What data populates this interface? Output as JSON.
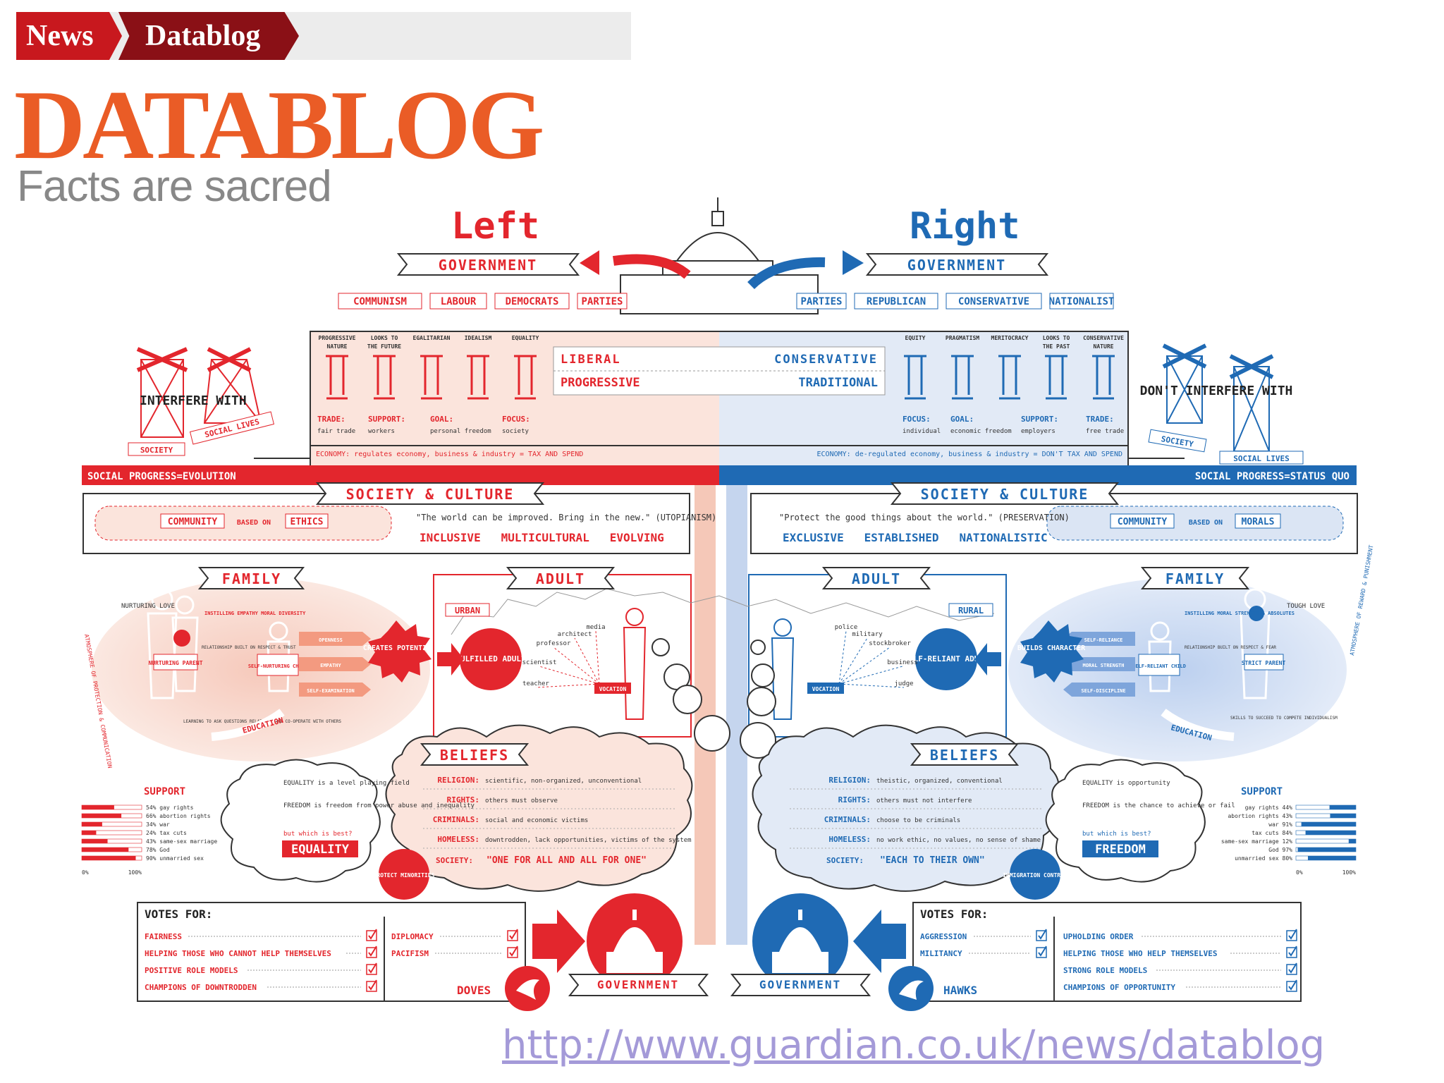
{
  "header": {
    "nav_items": [
      "News",
      "Datablog"
    ],
    "logo": "DATABLOG",
    "tagline": "Facts are sacred",
    "url": "http://www.guardian.co.uk/news/datablog"
  },
  "left": {
    "heading": "Left",
    "government": "GOVERNMENT",
    "parties": [
      "COMMUNISM",
      "LABOUR",
      "DEMOCRATS",
      "PARTIES"
    ],
    "columns": [
      "PROGRESSIVE NATURE",
      "LOOKS TO THE FUTURE",
      "EGALITARIAN",
      "IDEALISM",
      "EQUALITY"
    ],
    "label1": "LIBERAL",
    "label2": "PROGRESSIVE",
    "steps": [
      "TRADE:",
      "fair trade",
      "SUPPORT:",
      "workers",
      "GOAL:",
      "personal freedom",
      "FOCUS:",
      "society"
    ],
    "economy": "ECONOMY: regulates economy, business & industry = TAX AND SPEND",
    "social_progress": "SOCIAL PROGRESS=EVOLUTION",
    "interfere": "INTERFERE WITH",
    "society_tag": "SOCIETY",
    "social_lives_tag": "SOCIAL LIVES",
    "society_culture": "SOCIETY & CULTURE",
    "community": "COMMUNITY",
    "based_on": "BASED ON",
    "ethics": "ETHICS",
    "quote": "\"The world can be improved. Bring in the new.\" (UTOPIANISM)",
    "traits": "INCLUSIVE   MULTICULTURAL   EVOLVING",
    "family": "FAMILY",
    "nurturing_love": "NURTURING LOVE",
    "nurturing_parent": "NURTURING PARENT",
    "child": "SELF-NURTURING CHILD",
    "relationship": "RELATIONSHIP BUILT ON RESPECT & TRUST",
    "instilling": "INSTILLING EMPATHY MORAL DIVERSITY",
    "qualities": [
      "OPENNESS",
      "EMPATHY",
      "SELF-EXAMINATION"
    ],
    "creates": "CREATES POTENTIAL",
    "learning": "LEARNING TO ASK QUESTIONS RELATE TO AND CO-OPERATE WITH OTHERS",
    "education": "EDUCATION",
    "atmosphere": "ATMOSPHERE OF PROTECTION & COMMUNICATION",
    "adult": "ADULT",
    "urban": "URBAN",
    "fulfilled": "FULFILLED ADULT",
    "vocation": "VOCATION",
    "jobs": [
      "media",
      "architect",
      "professor",
      "scientist",
      "teacher"
    ],
    "beliefs": "BELIEFS",
    "belief_rows": [
      {
        "k": "RELIGION:",
        "v": "scientific, non-organized, unconventional"
      },
      {
        "k": "RIGHTS:",
        "v": "others must observe"
      },
      {
        "k": "CRIMINALS:",
        "v": "social and economic victims"
      },
      {
        "k": "HOMELESS:",
        "v": "downtrodden, lack opportunities, victims of the system"
      }
    ],
    "society_quote_k": "SOCIETY:",
    "society_quote": "\"ONE FOR ALL AND ALL FOR ONE\"",
    "protect": "PROTECT MINORITIES",
    "equality_is": "EQUALITY is a level playing field",
    "freedom_is": "FREEDOM is freedom from power abuse and inequality",
    "which_best": "but which is best?",
    "equality_badge": "EQUALITY",
    "support": "SUPPORT",
    "support_rows": [
      {
        "pct": "54%",
        "label": "gay rights",
        "v": 54
      },
      {
        "pct": "66%",
        "label": "abortion rights",
        "v": 66
      },
      {
        "pct": "34%",
        "label": "war",
        "v": 34
      },
      {
        "pct": "24%",
        "label": "tax cuts",
        "v": 24
      },
      {
        "pct": "43%",
        "label": "same-sex marriage",
        "v": 43
      },
      {
        "pct": "78%",
        "label": "God",
        "v": 78
      },
      {
        "pct": "90%",
        "label": "unmarried sex",
        "v": 90
      }
    ],
    "axis": [
      "0%",
      "100%"
    ],
    "votes_for": "VOTES FOR:",
    "votes": [
      "FAIRNESS",
      "HELPING THOSE WHO CANNOT HELP THEMSELVES",
      "POSITIVE ROLE MODELS",
      "CHAMPIONS OF DOWNTRODDEN"
    ],
    "votes2": [
      "DIPLOMACY",
      "PACIFISM"
    ],
    "bird": "DOVES",
    "gov_bottom": "GOVERNMENT"
  },
  "right": {
    "heading": "Right",
    "government": "GOVERNMENT",
    "parties": [
      "PARTIES",
      "REPUBLICAN",
      "CONSERVATIVE",
      "NATIONALIST"
    ],
    "columns": [
      "EQUITY",
      "PRAGMATISM",
      "MERITOCRACY",
      "LOOKS TO THE PAST",
      "CONSERVATIVE NATURE"
    ],
    "label1": "CONSERVATIVE",
    "label2": "TRADITIONAL",
    "steps": [
      "FOCUS:",
      "individual",
      "GOAL:",
      "economic freedom",
      "SUPPORT:",
      "employers",
      "TRADE:",
      "free trade"
    ],
    "economy": "ECONOMY: de-regulated economy, business & industry = DON'T TAX AND SPEND",
    "social_progress": "SOCIAL PROGRESS=STATUS QUO",
    "interfere": "DON'T INTERFERE WITH",
    "society_tag": "SOCIETY",
    "social_lives_tag": "SOCIAL LIVES",
    "society_culture": "SOCIETY & CULTURE",
    "community": "COMMUNITY",
    "based_on": "BASED ON",
    "morals": "MORALS",
    "quote": "\"Protect the good things about the world.\" (PRESERVATION)",
    "traits": "EXCLUSIVE   ESTABLISHED   NATIONALISTIC",
    "family": "FAMILY",
    "tough_love": "TOUGH LOVE",
    "strict_parent": "STRICT PARENT",
    "child": "SELF-RELIANT CHILD",
    "relationship": "RELATIONSHIP BUILT ON RESPECT & FEAR",
    "instilling": "INSTILLING MORAL STRENGTH & ABSOLUTES",
    "qualities": [
      "SELF-RELIANCE",
      "MORAL STRENGTH",
      "SELF-DISCIPLINE"
    ],
    "builds": "BUILDS CHARACTER",
    "skills": "SKILLS TO SUCCEED TO COMPETE INDIVIDUALISM",
    "education": "EDUCATION",
    "atmosphere": "ATMOSPHERE OF REWARD & PUNISHMENT",
    "adult": "ADULT",
    "rural": "RURAL",
    "reliant": "SELF-RELIANT ADULT",
    "vocation": "VOCATION",
    "jobs": [
      "police",
      "military",
      "stockbroker",
      "business",
      "judge"
    ],
    "beliefs": "BELIEFS",
    "belief_rows": [
      {
        "k": "RELIGION:",
        "v": "theistic, organized, conventional"
      },
      {
        "k": "RIGHTS:",
        "v": "others must not interfere"
      },
      {
        "k": "CRIMINALS:",
        "v": "choose to be criminals"
      },
      {
        "k": "HOMELESS:",
        "v": "no work ethic, no values, no sense of shame"
      }
    ],
    "society_quote_k": "SOCIETY:",
    "society_quote": "\"EACH TO THEIR OWN\"",
    "immigration": "IMMIGRATION CONTROL",
    "equality_is": "EQUALITY is opportunity",
    "freedom_is": "FREEDOM is the chance to achieve or fail",
    "which_best": "but which is best?",
    "freedom_badge": "FREEDOM",
    "support": "SUPPORT",
    "support_rows": [
      {
        "pct": "44%",
        "label": "gay rights",
        "v": 44
      },
      {
        "pct": "43%",
        "label": "abortion rights",
        "v": 43
      },
      {
        "pct": "91%",
        "label": "war",
        "v": 91
      },
      {
        "pct": "84%",
        "label": "tax cuts",
        "v": 84
      },
      {
        "pct": "12%",
        "label": "same-sex marriage",
        "v": 12
      },
      {
        "pct": "97%",
        "label": "God",
        "v": 97
      },
      {
        "pct": "80%",
        "label": "unmarried sex",
        "v": 80
      }
    ],
    "axis": [
      "0%",
      "100%"
    ],
    "votes_for": "VOTES FOR:",
    "votes": [
      "AGGRESSION",
      "MILITANCY"
    ],
    "votes2": [
      "UPHOLDING ORDER",
      "HELPING THOSE WHO HELP THEMSELVES",
      "STRONG ROLE MODELS",
      "CHAMPIONS OF OPPORTUNITY"
    ],
    "bird": "HAWKS",
    "gov_bottom": "GOVERNMENT"
  },
  "colors": {
    "red": "#e3262d",
    "blue": "#1f6ab4",
    "pink": "#f7d3c8",
    "lightblue": "#d7e2f3",
    "orange": "#ea5c26"
  }
}
